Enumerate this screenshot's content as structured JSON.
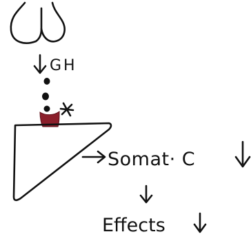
{
  "labels": {
    "hormone": "GH",
    "mediator": "Somat· C",
    "outcome": "Effects"
  },
  "colors": {
    "ink": "#111111",
    "receptor": "#8b1f2b",
    "background": "#ffffff"
  },
  "icons": {
    "pituitary": "pituitary-gland-outline",
    "liver": "liver-triangle-outline",
    "receptor": "receptor-cup",
    "binding_marker": "star-icon",
    "decrease": "down-arrow-icon",
    "flow": "right-arrow-icon"
  }
}
